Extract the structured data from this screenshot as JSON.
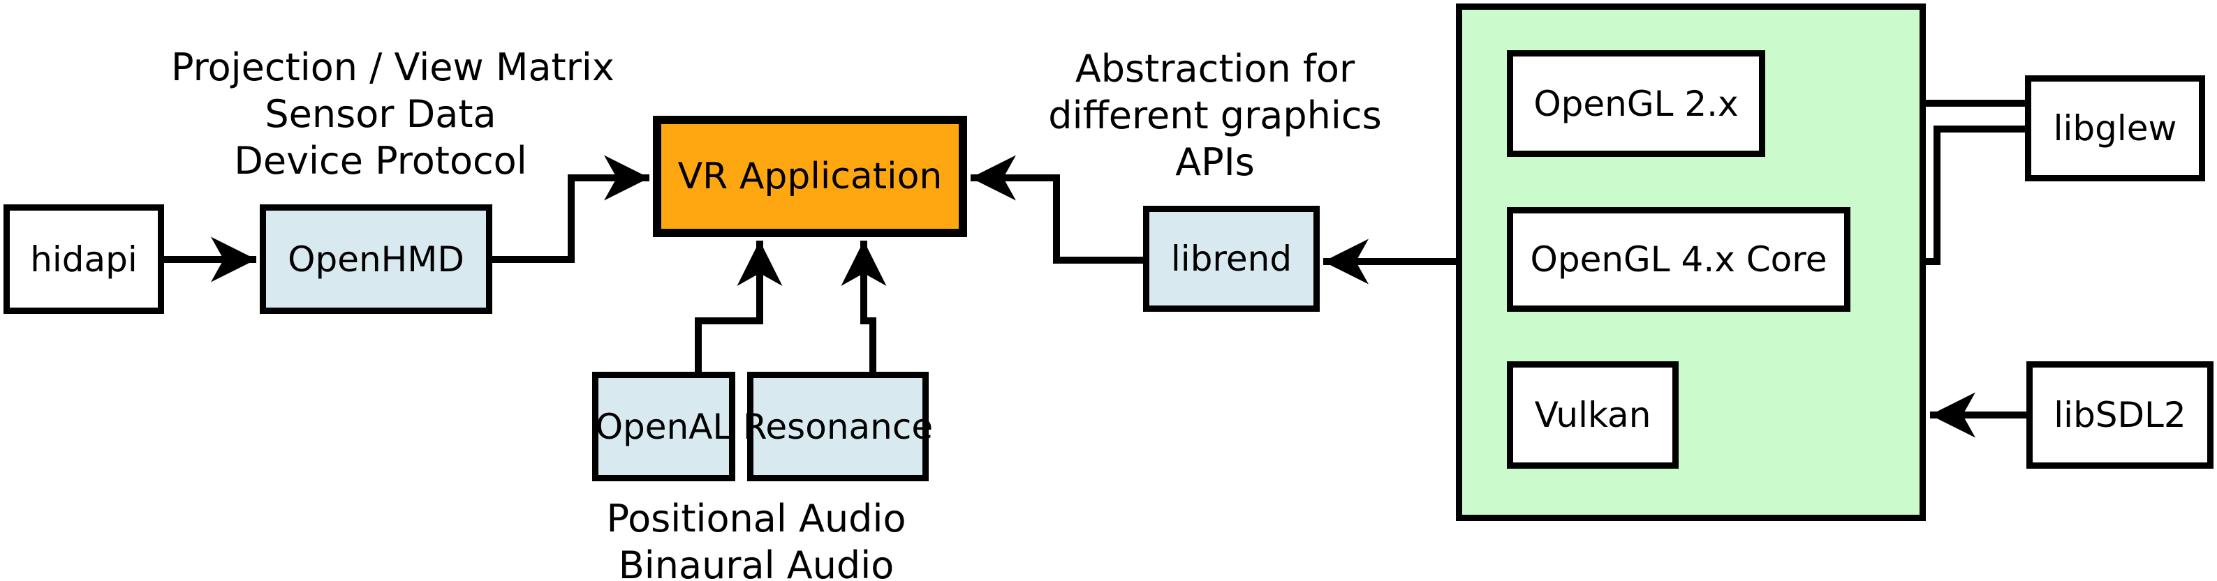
{
  "colors": {
    "box_blue": "#d8eaf0",
    "box_orange": "#ffa710",
    "container_green": "#cbfacc",
    "line": "#000000"
  },
  "nodes": {
    "hidapi": {
      "label": "hidapi"
    },
    "openhmd": {
      "label": "OpenHMD"
    },
    "vr_app": {
      "label": "VR Application"
    },
    "openal": {
      "label": "OpenAL"
    },
    "resonance": {
      "label": "Resonance"
    },
    "librend": {
      "label": "librend"
    },
    "opengl2": {
      "label": "OpenGL 2.x"
    },
    "opengl4": {
      "label": "OpenGL 4.x Core"
    },
    "vulkan": {
      "label": "Vulkan"
    },
    "libglew": {
      "label": "libglew"
    },
    "libsdl2": {
      "label": "libSDL2"
    }
  },
  "annotations": {
    "openhmd_caption": {
      "lines": [
        "Projection / View Matrix",
        "Sensor Data",
        "Device Protocol"
      ]
    },
    "librend_caption": {
      "lines": [
        "Abstraction for",
        "different graphics",
        "APIs"
      ]
    },
    "audio_caption": {
      "lines": [
        "Positional Audio",
        "Binaural Audio"
      ]
    }
  }
}
